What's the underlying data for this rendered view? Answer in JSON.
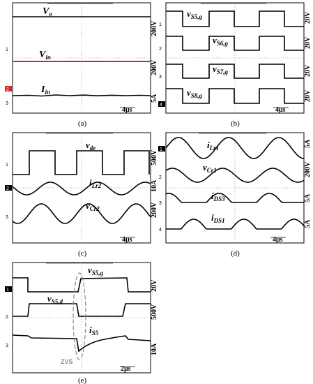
{
  "captions": {
    "a": "(a)",
    "b": "(b)",
    "c": "(c)",
    "d": "(d)",
    "e": "(e)"
  },
  "panel_a": {
    "labels": {
      "vo": "V",
      "vo_sub": "o",
      "vin": "V",
      "vin_sub": "in",
      "iin": "I",
      "iin_sub": "in"
    },
    "scales": {
      "s1": "200V",
      "s2": "200V",
      "s3": "5A"
    },
    "time": "4μs",
    "markers": {
      "m1": "1",
      "m2": "2",
      "m3": "3"
    }
  },
  "panel_b": {
    "labels": {
      "v5": "v",
      "v5_sub": "S5,g",
      "v6": "v",
      "v6_sub": "S6,g",
      "v7": "v",
      "v7_sub": "S7,g",
      "v8": "v",
      "v8_sub": "S8,g"
    },
    "scales": {
      "s1": "20V",
      "s2": "20V",
      "s3": "20V",
      "s4": "20V"
    },
    "time": "4μs",
    "markers": {
      "m1": "1",
      "m2": "2",
      "m3": "3",
      "m4": "4"
    }
  },
  "panel_c": {
    "labels": {
      "vde": "v",
      "vde_sub": "de",
      "ilr2": "i",
      "ilr2_sub": "Lr2",
      "vcr2": "v",
      "vcr2_sub": "Cr2"
    },
    "scales": {
      "s1": "500V",
      "s2": "10A",
      "s3": "200V"
    },
    "time": "4μs",
    "markers": {
      "m1": "1",
      "m2": "2",
      "m3": "3"
    }
  },
  "panel_d": {
    "labels": {
      "ilr1": "i",
      "ilr1_sub": "Lr1",
      "vcr1": "v",
      "vcr1_sub": "Cr1",
      "ids3": "i",
      "ids3_sub": "DS3",
      "ids1": "i",
      "ids1_sub": "DS1"
    },
    "scales": {
      "s1": "5A",
      "s2": "200V",
      "s3": "5A",
      "s4": "5A"
    },
    "time": "4μs",
    "markers": {
      "m1": "1",
      "m2": "2",
      "m3": "3",
      "m4": "4"
    }
  },
  "panel_e": {
    "labels": {
      "vs5g": "v",
      "vs5g_sub": "S5,g",
      "vs5d": "v",
      "vs5d_sub": "S5,d",
      "is5": "i",
      "is5_sub": "S5",
      "zvs": "ZVS"
    },
    "scales": {
      "s1": "20V",
      "s2": "500V",
      "s3": "10A"
    },
    "time": "2μs",
    "markers": {
      "m1": "1",
      "m2": "2",
      "m3": "3"
    }
  },
  "colors": {
    "trace": "#000000",
    "vin_trace": "#e02020",
    "grid": "#666666",
    "marker_red": "#e02020"
  }
}
